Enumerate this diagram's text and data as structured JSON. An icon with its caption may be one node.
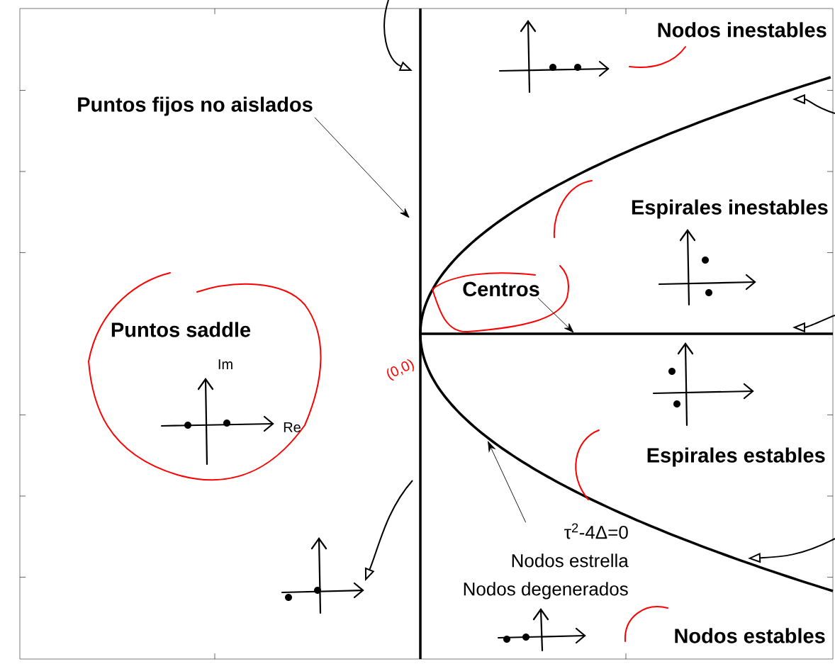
{
  "diagram": {
    "nodes": [
      {
        "text": [
          "Puntos fijos no aislados"
        ]
      },
      {
        "text": [
          "Centros"
        ]
      },
      {
        "text": [
          "τ$^{2}$-4Δ=0",
          "Nodos estrella",
          "Nodos degenerados"
        ]
      }
    ],
    "edges": [
      {
        "from": 0,
        "to": null,
        "arrow": "to"
      },
      {
        "from": 1,
        "to": null,
        "arrow": "to"
      },
      {
        "from": 2,
        "to": null,
        "arrow": "to"
      }
    ],
    "labels": [
      "Nodos inestables",
      "Espirales inestables",
      "Puntos saddle",
      "Im",
      "(0,0)",
      "Re",
      "Espirales estables",
      "Nodos estables"
    ]
  }
}
